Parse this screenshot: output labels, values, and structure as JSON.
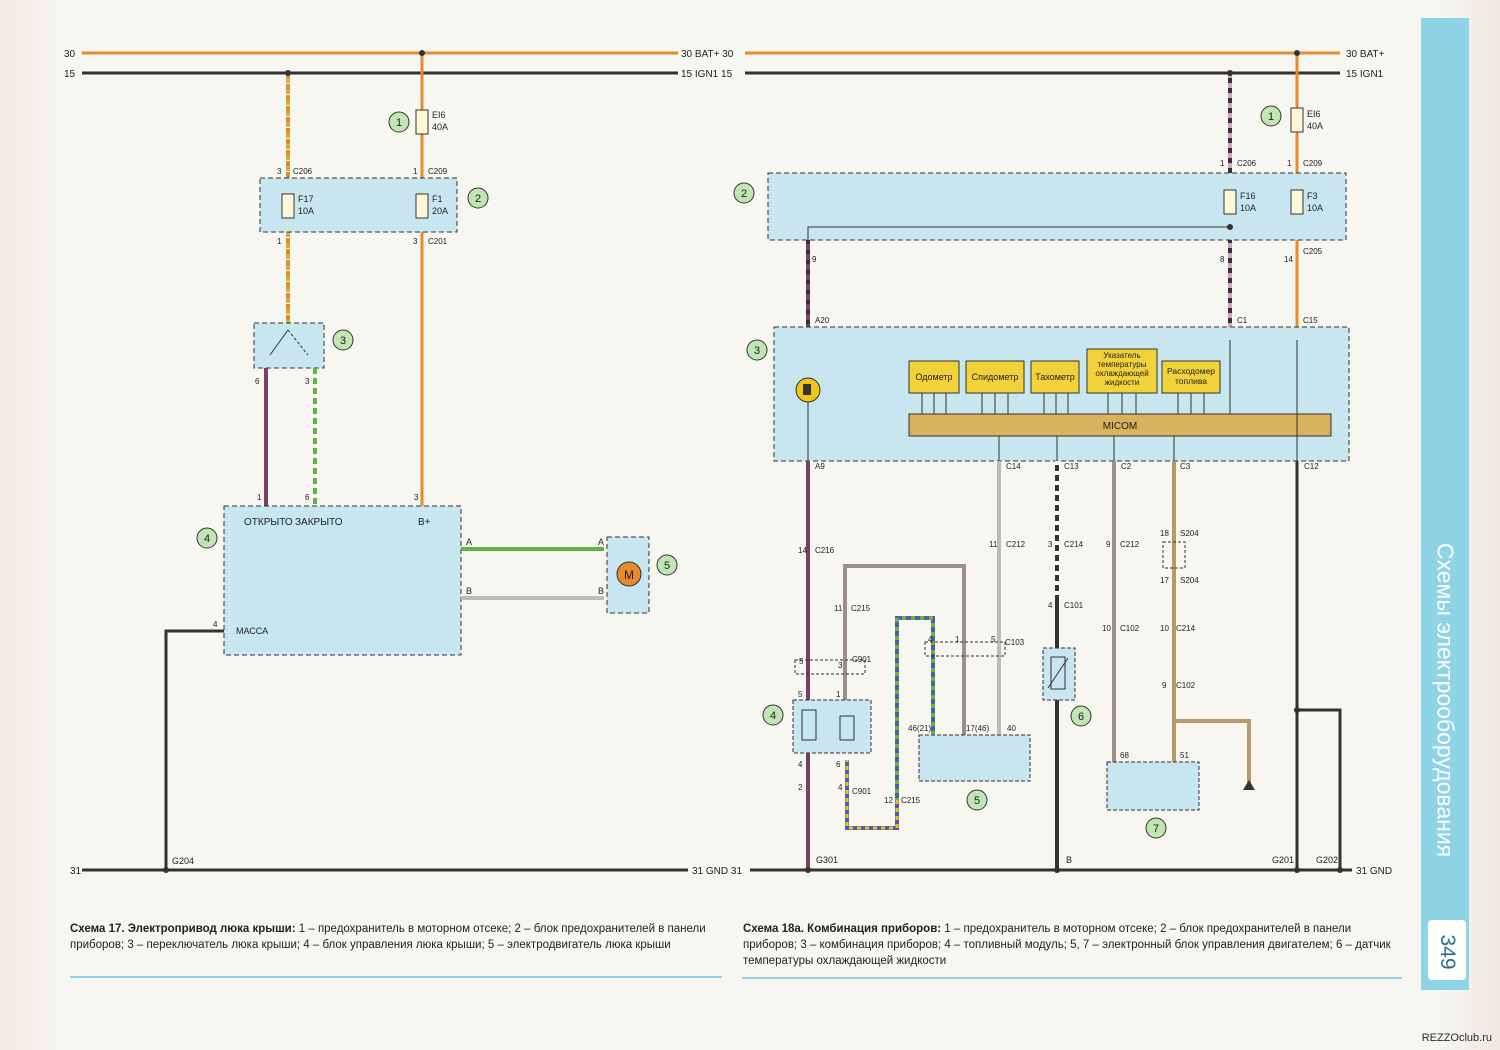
{
  "page_number": "349",
  "section_title": "Схемы электрооборудования",
  "watermark": "REZZOclub.ru",
  "colors": {
    "bat": "#e88a2e",
    "wire_black": "#333333",
    "block_fill": "#c8e6f0",
    "micom": "#d8b25c",
    "accent": "#8fd3e6",
    "callout": "#bfe6b3"
  },
  "left": {
    "rails": {
      "bat_l": "30",
      "ign_l": "15",
      "bat_r": "30  BAT+ 30",
      "ign_r": "15  IGN1 15",
      "gnd_l": "31",
      "gnd_r": "31 GND 31"
    },
    "callouts": [
      "1",
      "2",
      "3",
      "4",
      "5"
    ],
    "fuses": [
      {
        "id": "EI6",
        "rating": "40A"
      },
      {
        "id": "F17",
        "rating": "10A"
      },
      {
        "id": "F1",
        "rating": "20A"
      }
    ],
    "connectors": {
      "c206": "C206",
      "c209": "C209",
      "c201": "C201",
      "pin3": "3",
      "pin1": "1",
      "pin6": "6"
    },
    "module": {
      "open": "ОТКРЫТО",
      "close": "ЗАКРЫТО",
      "bplus": "B+",
      "mass": "МАССА",
      "a": "A",
      "b": "B",
      "pin4": "4"
    },
    "motor": "M",
    "ground": "G204",
    "caption_title": "Схема 17. Электропривод люка крыши:",
    "caption_text": " 1 – предохранитель в моторном отсеке; 2 – блок предохранителей в панели приборов; 3 – переключатель люка крыши; 4 – блок управления люка крыши; 5 – электродвигатель люка крыши"
  },
  "right": {
    "rails": {
      "bat": "30  BAT+",
      "ign": "15  IGN1",
      "gnd": "31 GND"
    },
    "callouts": [
      "1",
      "2",
      "3",
      "4",
      "5",
      "6",
      "7"
    ],
    "fuses": [
      {
        "id": "EI6",
        "rating": "40A"
      },
      {
        "id": "F16",
        "rating": "10A"
      },
      {
        "id": "F3",
        "rating": "10A"
      }
    ],
    "gauges": [
      "Одометр",
      "Спидометр",
      "Тахометр",
      "Указатель температуры охлаждающей жидкости",
      "Расходомер топлива"
    ],
    "micom": "MICOM",
    "connectors": {
      "c206": "C206",
      "c209": "C209",
      "c205": "C205",
      "a20": "A20",
      "c1": "C1",
      "c15": "C15",
      "a9": "A9",
      "c14": "C14",
      "c13": "C13",
      "c2": "C2",
      "c3": "C3",
      "c12": "C12",
      "c216": "C216",
      "c212": "C212",
      "c214": "C214",
      "c212b": "C212",
      "s204": "S204",
      "s204b": "S204",
      "c215": "C215",
      "c101": "C101",
      "c102": "C102",
      "c214b": "C214",
      "c103": "C103",
      "c901": "C901",
      "c102b": "C102",
      "c901b": "C901",
      "c215b": "C215"
    },
    "pins": {
      "p9": "9",
      "p8": "8",
      "p14": "14",
      "p1": "1",
      "p1b": "1",
      "p14b": "14",
      "p11": "11",
      "p3": "3",
      "p9b": "9",
      "p18": "18",
      "p17": "17",
      "p11b": "11",
      "p4": "4",
      "p10": "10",
      "p10b": "10",
      "p5": "5",
      "p3b": "3",
      "p4b": "4",
      "p1c": "1",
      "p5b": "5",
      "p9c": "9",
      "p5c": "5",
      "p6": "6",
      "p4c": "4",
      "p2": "2",
      "p4d": "4",
      "p12": "12",
      "e46": "46(21)",
      "e17": "17(46)",
      "e40": "40",
      "e68": "68",
      "e51": "51"
    },
    "grounds": {
      "g301": "G301",
      "b": "B",
      "g201": "G201",
      "g202": "G202"
    },
    "caption_title": "Схема 18а. Комбинация приборов:",
    "caption_text": " 1 – предохранитель в моторном отсеке; 2 – блок предохранителей в панели приборов; 3 – комбинация приборов; 4 – топливный модуль; 5, 7 – электронный блок управления двигателем; 6 – датчик температуры охлаждающей жидкости"
  }
}
